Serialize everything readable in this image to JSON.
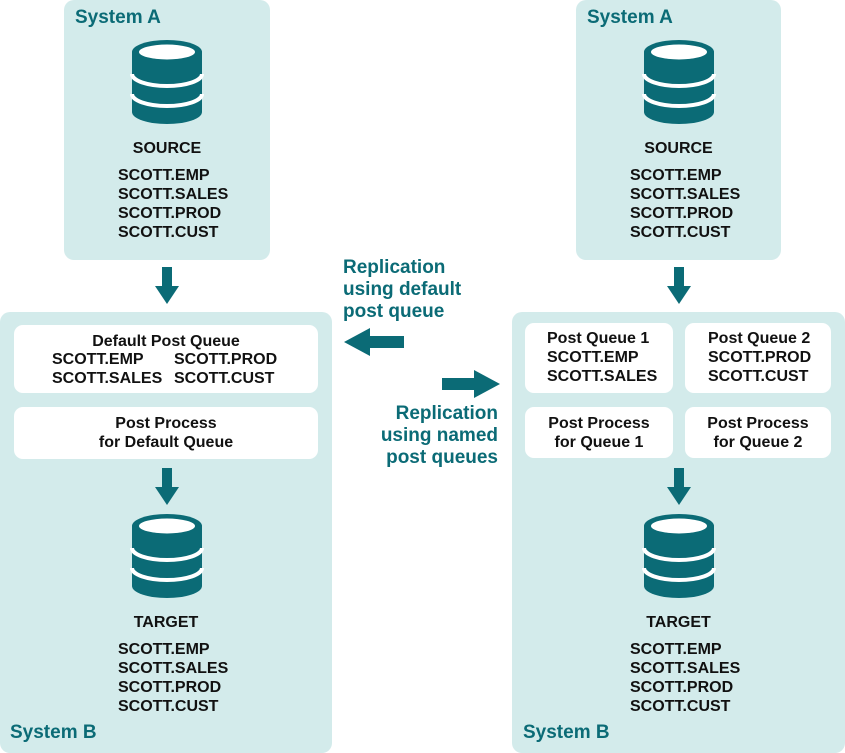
{
  "colors": {
    "teal": "#0b6b76",
    "panel": "#d3ebeb",
    "box": "#ffffff"
  },
  "left": {
    "system_a": {
      "label": "System A",
      "db_icon": "database-icon",
      "caption": "SOURCE",
      "tables": [
        "SCOTT.EMP",
        "SCOTT.SALES",
        "SCOTT.PROD",
        "SCOTT.CUST"
      ]
    },
    "system_b": {
      "label": "System B",
      "post_queue": {
        "title": "Default Post Queue",
        "col1": [
          "SCOTT.EMP",
          "SCOTT.SALES"
        ],
        "col2": [
          "SCOTT.PROD",
          "SCOTT.CUST"
        ]
      },
      "post_process": [
        "Post Process",
        "for Default Queue"
      ],
      "db_icon": "database-icon",
      "caption": "TARGET",
      "tables": [
        "SCOTT.EMP",
        "SCOTT.SALES",
        "SCOTT.PROD",
        "SCOTT.CUST"
      ]
    }
  },
  "right": {
    "system_a": {
      "label": "System A",
      "db_icon": "database-icon",
      "caption": "SOURCE",
      "tables": [
        "SCOTT.EMP",
        "SCOTT.SALES",
        "SCOTT.PROD",
        "SCOTT.CUST"
      ]
    },
    "system_b": {
      "label": "System B",
      "queue1": {
        "title": "Post Queue 1",
        "tables": [
          "SCOTT.EMP",
          "SCOTT.SALES"
        ]
      },
      "queue2": {
        "title": "Post Queue 2",
        "tables": [
          "SCOTT.PROD",
          "SCOTT.CUST"
        ]
      },
      "process1": [
        "Post Process",
        "for Queue 1"
      ],
      "process2": [
        "Post Process",
        "for Queue 2"
      ],
      "db_icon": "database-icon",
      "caption": "TARGET",
      "tables": [
        "SCOTT.EMP",
        "SCOTT.SALES",
        "SCOTT.PROD",
        "SCOTT.CUST"
      ]
    }
  },
  "legend": {
    "default": [
      "Replication",
      "using default",
      "post queue"
    ],
    "named": [
      "Replication",
      "using named",
      "post queues"
    ]
  }
}
